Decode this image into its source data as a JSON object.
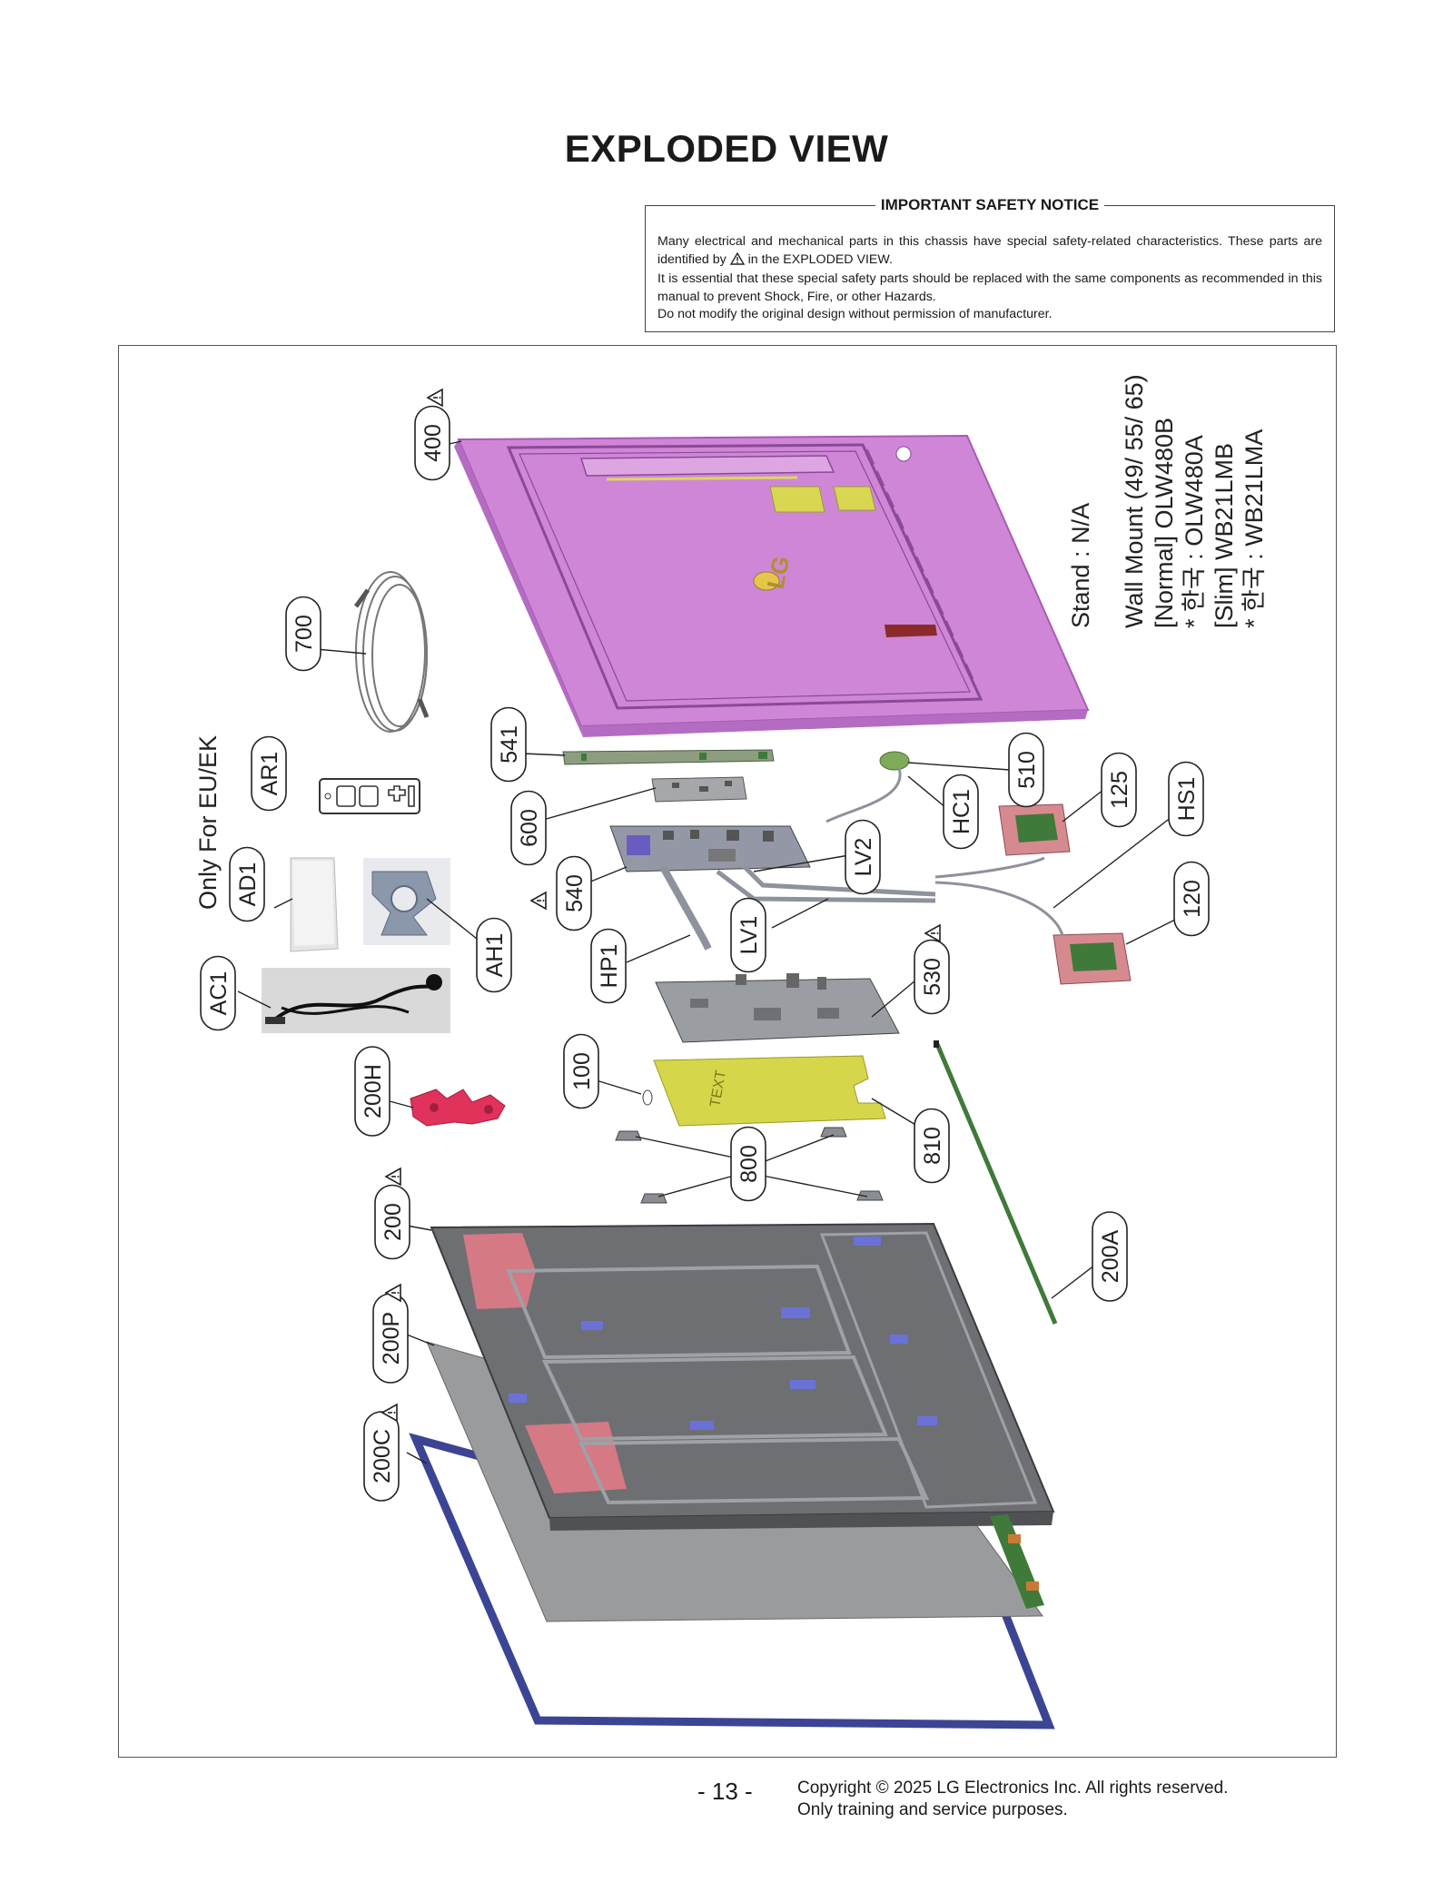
{
  "title": "EXPLODED VIEW",
  "safety_notice": {
    "heading": "IMPORTANT SAFETY NOTICE",
    "line1a": "Many electrical and mechanical parts in this chassis have special safety-related characteristics. These parts are identified by",
    "line1b": "in the EXPLODED VIEW.",
    "line2": "It is essential that these special safety parts should be replaced with the same components as recommended in this manual to prevent Shock, Fire, or other Hazards.",
    "line3": "Do not modify the original design without permission of manufacturer."
  },
  "region_label": "Only For EU/EK",
  "stand_text": "Stand : N/A",
  "wall_mount": [
    "Wall Mount (49/ 55/ 65)",
    "[Normal] OLW480B",
    "* 한국 : OLW480A",
    "[Slim] WB21LMB",
    "* 한국 : WB21LMA"
  ],
  "part_labels": {
    "p400": "400",
    "p700": "700",
    "p541": "541",
    "pAR1": "AR1",
    "p600": "600",
    "pAD1": "AD1",
    "pAH1": "AH1",
    "p540": "540",
    "pHP1": "HP1",
    "pLV1": "LV1",
    "pLV2": "LV2",
    "pHC1": "HC1",
    "p510": "510",
    "p125": "125",
    "pHS1": "HS1",
    "p120": "120",
    "p530": "530",
    "pAC1": "AC1",
    "p200H": "200H",
    "p100": "100",
    "p810": "810",
    "p800": "800",
    "p200": "200",
    "p200A": "200A",
    "p200P": "200P",
    "p200C": "200C"
  },
  "logo_text": "LG",
  "page_number": "- 13 -",
  "copyright_line1": "Copyright © 2025 LG Electronics Inc. All rights reserved.",
  "copyright_line2": "Only training and service purposes.",
  "colors": {
    "back_cover": "#cf86d6",
    "back_cover_edge": "#a85bb5",
    "chassis": "#6d6f72",
    "chassis_red": "#e07a86",
    "chassis_blue": "#6a72d8",
    "panel": "#9a9b9d",
    "frame_blue": "#3b4594",
    "insulator": "#d6d64a",
    "pcb_green": "#3f7a3a",
    "speaker_pink": "#d68a8f",
    "bracket_red": "#e0325a"
  }
}
